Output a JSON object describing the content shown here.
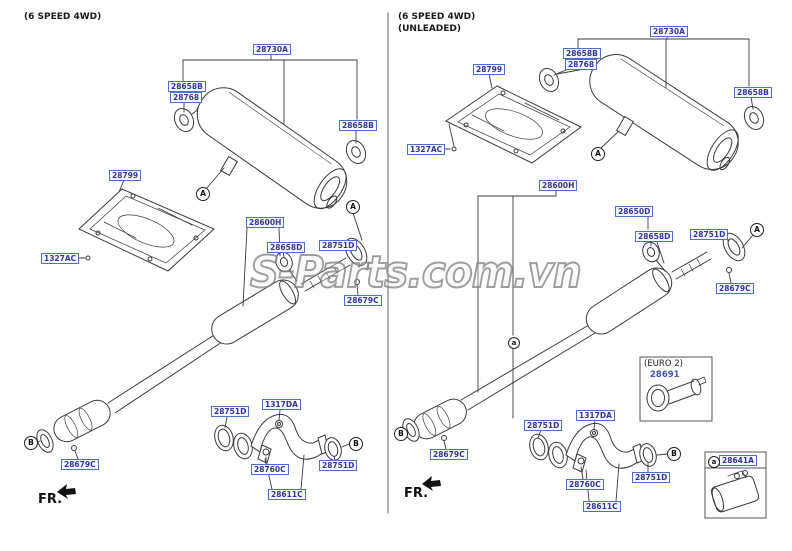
{
  "page": {
    "left_title": "(6 SPEED 4WD)",
    "right_title_line1": "(6 SPEED 4WD)",
    "right_title_line2": "(UNLEADED)",
    "front_label": "FR.",
    "watermark": "S-Parts.com.vn",
    "euro2_caption": "(EURO 2)",
    "colors": {
      "callout_text": "#35349b",
      "callout_border": "#4a6fd0",
      "line_art": "#3a3a3a",
      "watermark_gray": "#8f8f8f"
    }
  },
  "parts": {
    "rear_muffler_assy": "28730A",
    "hanger_rubber": "28658B",
    "hanger_bracket": "28768",
    "protector_rear": "28799",
    "protector_bolt": "1327AC",
    "center_muffler_assy": "28600H",
    "front_pipe": "28650D",
    "hanger_rubber_d": "28658D",
    "gasket_751": "28751D",
    "bolt_679": "28679C",
    "euro2_gasket": "28691",
    "nut_1317": "1317DA",
    "stay_760": "28760C",
    "front_muffler_assy": "28611C",
    "clamp_641": "28641A"
  },
  "markers": {
    "section_a_upper": "A",
    "section_a_lower": "a",
    "section_b": "B"
  }
}
